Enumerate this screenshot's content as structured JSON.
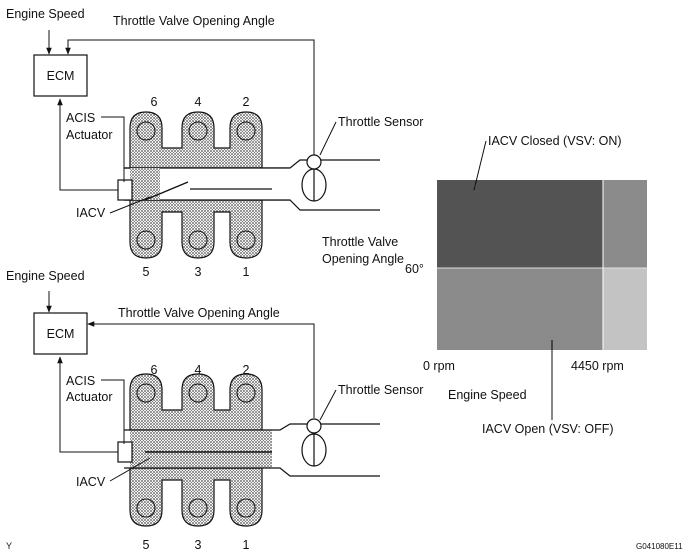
{
  "top": {
    "engine_speed": "Engine Speed",
    "throttle_angle": "Throttle Valve Opening Angle",
    "ecm": "ECM",
    "acis_line1": "ACIS",
    "acis_line2": "Actuator",
    "throttle_sensor": "Throttle Sensor",
    "iacv": "IACV",
    "cyl_top": [
      "6",
      "4",
      "2"
    ],
    "cyl_bottom": [
      "5",
      "3",
      "1"
    ]
  },
  "bottom": {
    "engine_speed": "Engine Speed",
    "throttle_angle": "Throttle Valve Opening Angle",
    "ecm": "ECM",
    "acis_line1": "ACIS",
    "acis_line2": "Actuator",
    "throttle_sensor": "Throttle Sensor",
    "iacv": "IACV",
    "cyl_top": [
      "6",
      "4",
      "2"
    ],
    "cyl_bottom": [
      "5",
      "3",
      "1"
    ]
  },
  "map": {
    "y_label_line1": "Throttle Valve",
    "y_label_line2": "Opening Angle",
    "y_tick": "60°",
    "x_tick_start": "0 rpm",
    "x_tick_end": "4450 rpm",
    "x_label": "Engine Speed",
    "closed_label": "IACV Closed (VSV: ON)",
    "open_label": "IACV Open (VSV: OFF)"
  },
  "footer": {
    "left_mark": "Y",
    "figure_code": "G041080E11"
  }
}
